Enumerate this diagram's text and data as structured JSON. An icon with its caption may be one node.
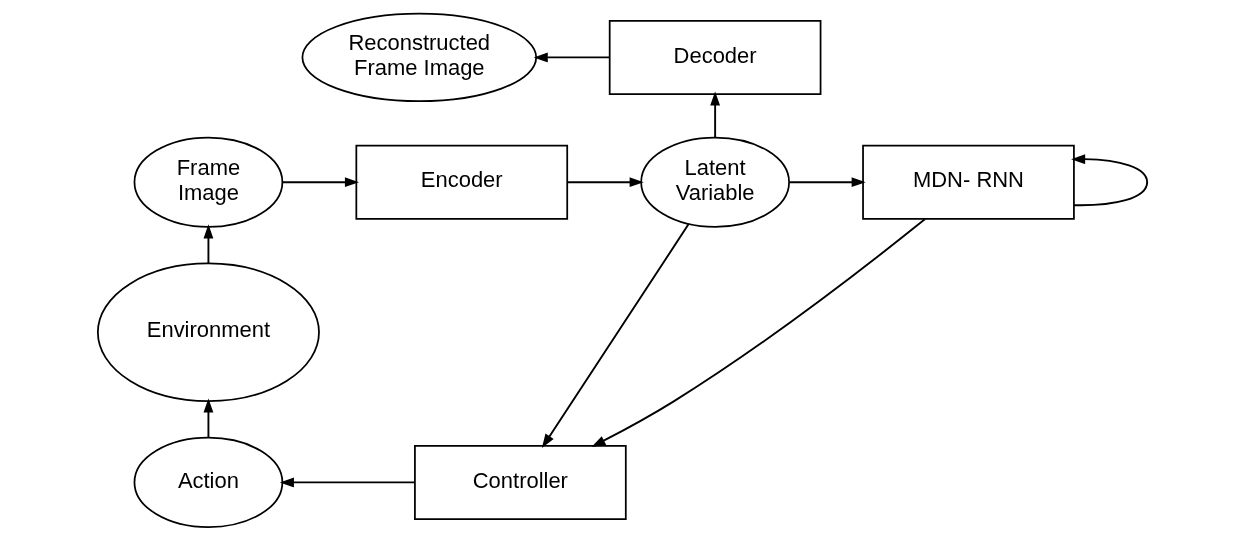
{
  "diagram": {
    "nodes": [
      {
        "text": [
          "Reconstructed Frame Image"
        ]
      },
      {
        "text": [
          "Decoder"
        ]
      },
      {
        "text": [
          "Frame Image"
        ]
      },
      {
        "text": [
          "Encoder"
        ]
      },
      {
        "text": [
          "Latent Variable"
        ]
      },
      {
        "text": [
          "MDN- RNN"
        ]
      },
      {
        "text": [
          "Environment"
        ]
      },
      {
        "text": [
          "Action"
        ]
      },
      {
        "text": [
          "Controller"
        ]
      }
    ],
    "edges": [
      {
        "from": 6,
        "to": 2,
        "arrow": "to"
      },
      {
        "from": 2,
        "to": 3,
        "arrow": "to"
      },
      {
        "from": 3,
        "to": 4,
        "arrow": "to"
      },
      {
        "from": 4,
        "to": 1,
        "arrow": "to"
      },
      {
        "from": 1,
        "to": 0,
        "arrow": "to"
      },
      {
        "from": 4,
        "to": 5,
        "arrow": "to"
      },
      {
        "from": 5,
        "to": 5,
        "arrow": "to"
      },
      {
        "from": 4,
        "to": 8,
        "arrow": "to"
      },
      {
        "from": 5,
        "to": 8,
        "arrow": "to"
      },
      {
        "from": 8,
        "to": 7,
        "arrow": "to"
      },
      {
        "from": 7,
        "to": 6,
        "arrow": "to"
      }
    ]
  }
}
